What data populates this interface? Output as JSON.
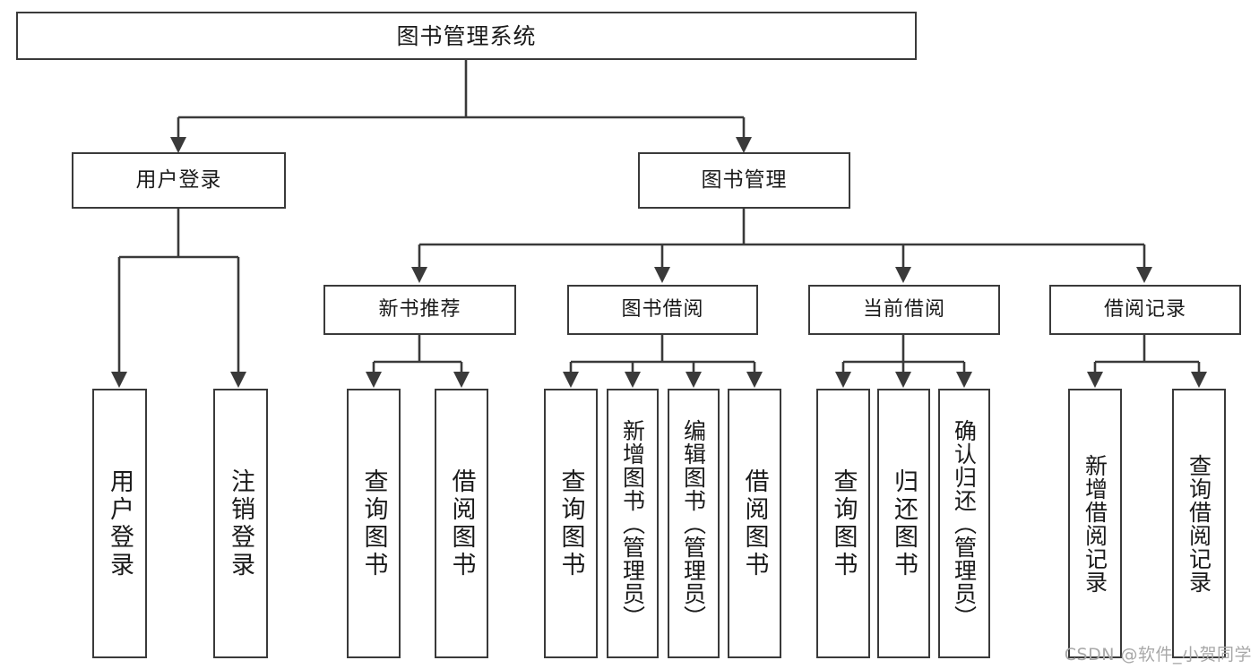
{
  "diagram": {
    "title": "图书管理系统",
    "root": {
      "label": "图书管理系统"
    },
    "level1": [
      {
        "label": "用户登录"
      },
      {
        "label": "图书管理"
      }
    ],
    "level2": [
      {
        "label": "新书推荐"
      },
      {
        "label": "图书借阅"
      },
      {
        "label": "当前借阅"
      },
      {
        "label": "借阅记录"
      }
    ],
    "leaves": {
      "user_login": [
        {
          "label": "用户登录"
        },
        {
          "label": "注销登录"
        }
      ],
      "new_book_recommend": [
        {
          "label": "查询图书"
        },
        {
          "label": "借阅图书"
        }
      ],
      "book_borrow": [
        {
          "label": "查询图书"
        },
        {
          "label": "新增图书（管理员）"
        },
        {
          "label": "编辑图书（管理员）"
        },
        {
          "label": "借阅图书"
        }
      ],
      "current_borrow": [
        {
          "label": "查询图书"
        },
        {
          "label": "归还图书"
        },
        {
          "label": "确认归还（管理员）"
        }
      ],
      "borrow_record": [
        {
          "label": "新增借阅记录"
        },
        {
          "label": "查询借阅记录"
        }
      ]
    }
  },
  "watermark": {
    "text": "CSDN @软件_小贺同学"
  },
  "colors": {
    "stroke": "#3a3a3a",
    "text": "#1a1a1a",
    "background": "#ffffff",
    "watermark": "#a8a8a8"
  }
}
